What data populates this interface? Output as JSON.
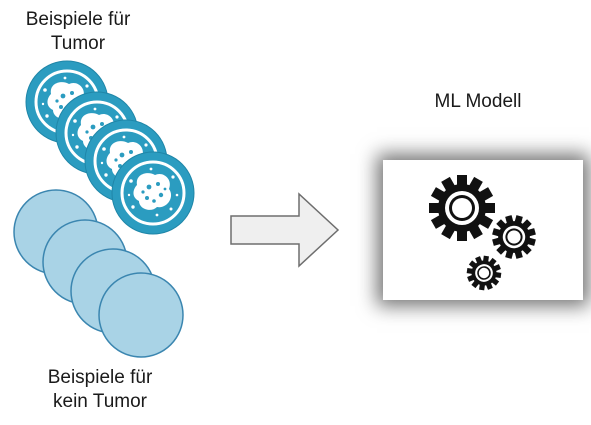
{
  "labels": {
    "tumor_line1": "Beispiele für",
    "tumor_line2": "Tumor",
    "no_tumor_line1": "Beispiele für",
    "no_tumor_line2": "kein Tumor",
    "model": "ML Modell"
  },
  "colors": {
    "tumor_fill": "#2b9cc0",
    "tumor_inner": "#ffffff",
    "healthy_fill": "#a9d3e6",
    "healthy_stroke": "#3b86b0",
    "arrow_fill": "#efefef",
    "arrow_stroke": "#6e6e6e",
    "gear": "#111111"
  },
  "icons": [
    "tumor-cell-icon",
    "healthy-cell-icon",
    "right-arrow-icon",
    "gears-icon"
  ]
}
